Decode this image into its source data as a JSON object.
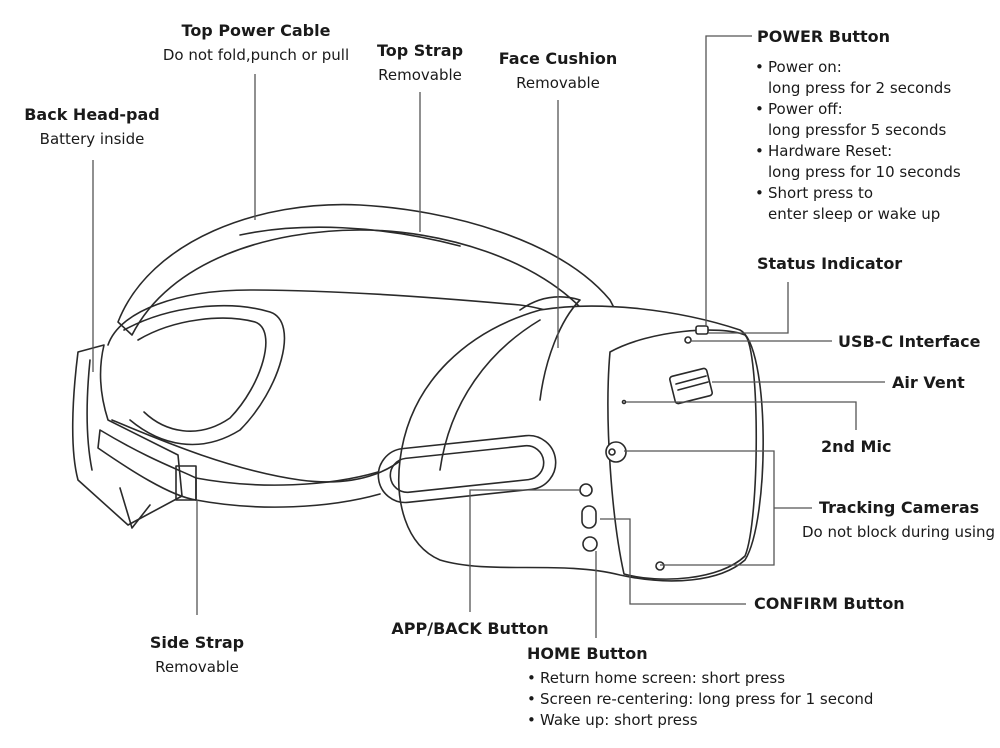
{
  "labels": {
    "top_power_cable": {
      "title": "Top Power Cable",
      "subtitle": "Do not fold,punch or pull"
    },
    "top_strap": {
      "title": "Top Strap",
      "subtitle": "Removable"
    },
    "face_cushion": {
      "title": "Face Cushion",
      "subtitle": "Removable"
    },
    "back_head_pad": {
      "title": "Back Head-pad",
      "subtitle": "Battery inside"
    },
    "power_button": {
      "title": "POWER Button",
      "lines": [
        "Power on:",
        "long press for 2 seconds",
        "Power off:",
        "long pressfor 5 seconds",
        "Hardware Reset:",
        "long press for 10 seconds",
        "Short press to",
        "enter sleep or wake up"
      ]
    },
    "status_indicator": {
      "title": "Status Indicator"
    },
    "usb_c": {
      "title": "USB-C Interface"
    },
    "air_vent": {
      "title": "Air Vent"
    },
    "mic2": {
      "title": "2nd Mic"
    },
    "tracking_cameras": {
      "title": "Tracking Cameras",
      "subtitle": "Do not block during using"
    },
    "confirm_button": {
      "title": "CONFIRM Button"
    },
    "side_strap": {
      "title": "Side Strap",
      "subtitle": "Removable"
    },
    "app_back_button": {
      "title": "APP/BACK Button"
    },
    "home_button": {
      "title": "HOME Button",
      "lines": [
        "Return home screen: short press",
        "Screen re-centering: long press for 1 second",
        "Wake up: short press"
      ]
    }
  }
}
